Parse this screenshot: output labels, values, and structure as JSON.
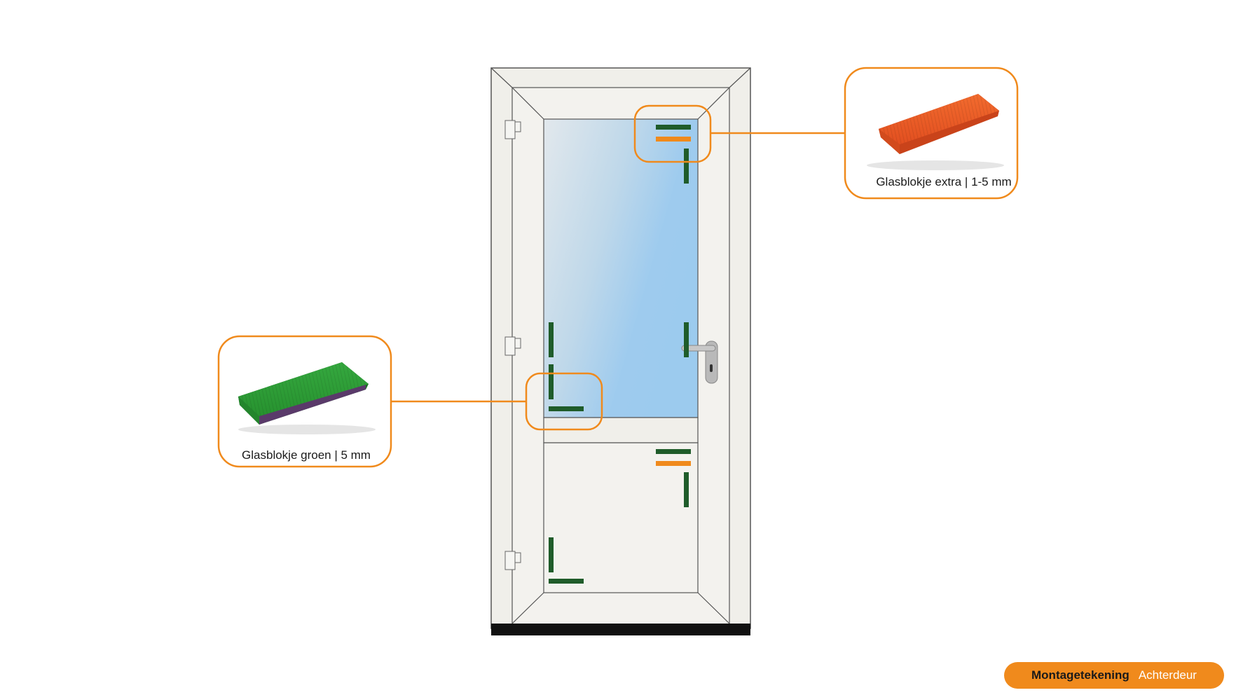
{
  "callouts": {
    "extra": {
      "label": "Glasblokje extra | 1-5 mm",
      "color": "#e8592a"
    },
    "groen": {
      "label": "Glasblokje groen | 5 mm",
      "color": "#2e9a3a"
    }
  },
  "badge": {
    "title": "Montagetekening",
    "subtitle": "Achterdeur"
  },
  "colors": {
    "accent_orange": "#f08a1c",
    "block_green": "#1f5c2a",
    "block_orange": "#f08a1c",
    "frame": "#f0efea",
    "glass_light": "#dde6ec",
    "glass_blue": "#9ccbee"
  }
}
